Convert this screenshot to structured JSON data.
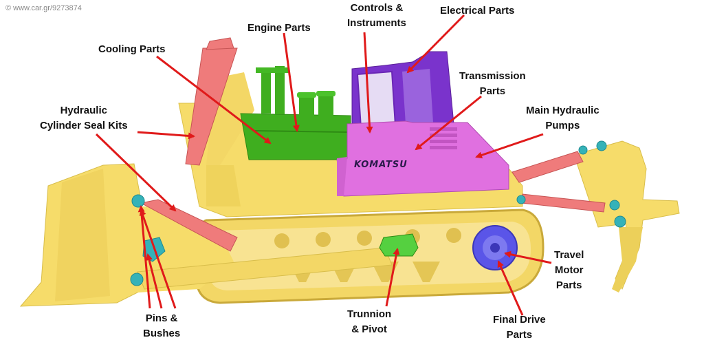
{
  "watermark": "© www.car.gr/9273874",
  "brand": "KOMATSU",
  "labels": {
    "engine": [
      "Engine Parts"
    ],
    "controls": [
      "Controls &",
      "Instruments"
    ],
    "electrical": [
      "Electrical Parts"
    ],
    "cooling": [
      "Cooling Parts"
    ],
    "transmission": [
      "Transmission",
      "Parts"
    ],
    "hydraulic_seal": [
      "Hydraulic",
      "Cylinder Seal Kits"
    ],
    "main_pumps": [
      "Main Hydraulic",
      "Pumps"
    ],
    "travel_motor": [
      "Travel",
      "Motor",
      "Parts"
    ],
    "final_drive": [
      "Final Drive",
      "Parts"
    ],
    "trunnion": [
      "Trunnion",
      "& Pivot"
    ],
    "pins": [
      "Pins &",
      "Bushes"
    ]
  },
  "colors": {
    "body": "#f6dc6a",
    "engine": "#3fae1f",
    "cab": "#7a33cc",
    "transmission": "#e070e0",
    "cylinder": "#ef7b7b",
    "pins": "#35b2b8",
    "drive": "#5a55e8",
    "arrow": "#e01a1a"
  }
}
